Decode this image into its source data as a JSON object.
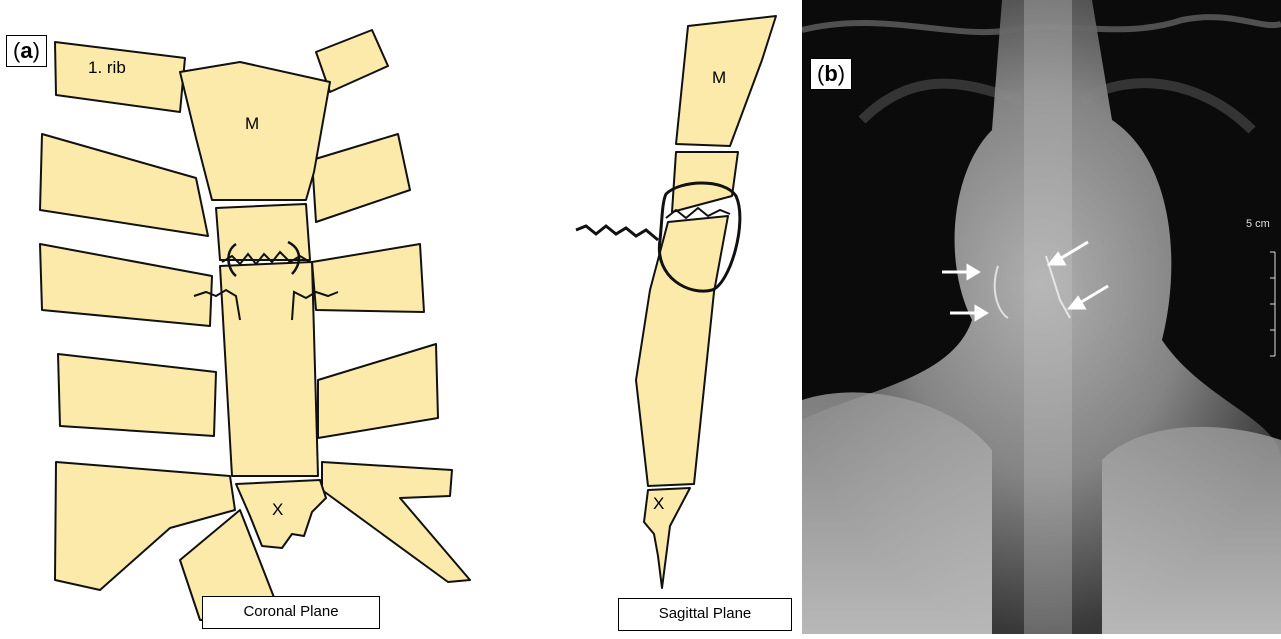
{
  "panel_a": {
    "label_open": "(",
    "label_letter": "a",
    "label_close": ")",
    "rib_label": "1. rib",
    "coronal": {
      "manubrium": "M",
      "xiphoid": "X",
      "caption": "Coronal Plane"
    },
    "sagittal": {
      "manubrium": "M",
      "xiphoid": "X",
      "caption": "Sagittal Plane"
    },
    "colors": {
      "bone": "#fbeaa9",
      "outline": "#111111"
    }
  },
  "panel_b": {
    "label_open": "(",
    "label_letter": "b",
    "label_close": ")",
    "scale_text": "5 cm",
    "colors": {
      "background": "#0b0b0b",
      "arrow": "#ffffff"
    }
  }
}
